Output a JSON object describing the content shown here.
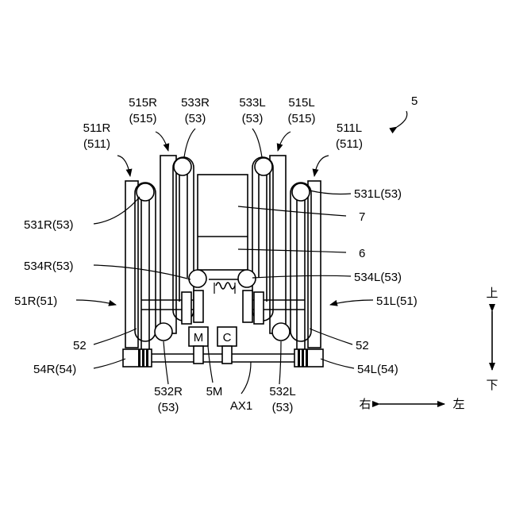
{
  "figure_number": "5",
  "labels": {
    "l_511R": "511R",
    "l_511R_sub": "(511)",
    "l_515R": "515R",
    "l_515R_sub": "(515)",
    "l_533R": "533R",
    "l_533R_sub": "(53)",
    "l_533L": "533L",
    "l_533L_sub": "(53)",
    "l_515L": "515L",
    "l_515L_sub": "(515)",
    "l_511L": "511L",
    "l_511L_sub": "(511)",
    "l_531R": "531R(53)",
    "l_531L": "531L(53)",
    "l_7": "7",
    "l_6": "6",
    "l_534R": "534R(53)",
    "l_534L": "534L(53)",
    "l_51R": "51R(51)",
    "l_51L": "51L(51)",
    "l_52_left": "52",
    "l_52_right": "52",
    "l_54R": "54R(54)",
    "l_54L": "54L(54)",
    "l_532R": "532R",
    "l_532R_sub": "(53)",
    "l_5M": "5M",
    "l_AX1": "AX1",
    "l_532L": "532L",
    "l_532L_sub": "(53)",
    "motor_M": "M",
    "motor_C": "C"
  },
  "directions": {
    "up": "上",
    "down": "下",
    "right": "右",
    "left": "左"
  }
}
